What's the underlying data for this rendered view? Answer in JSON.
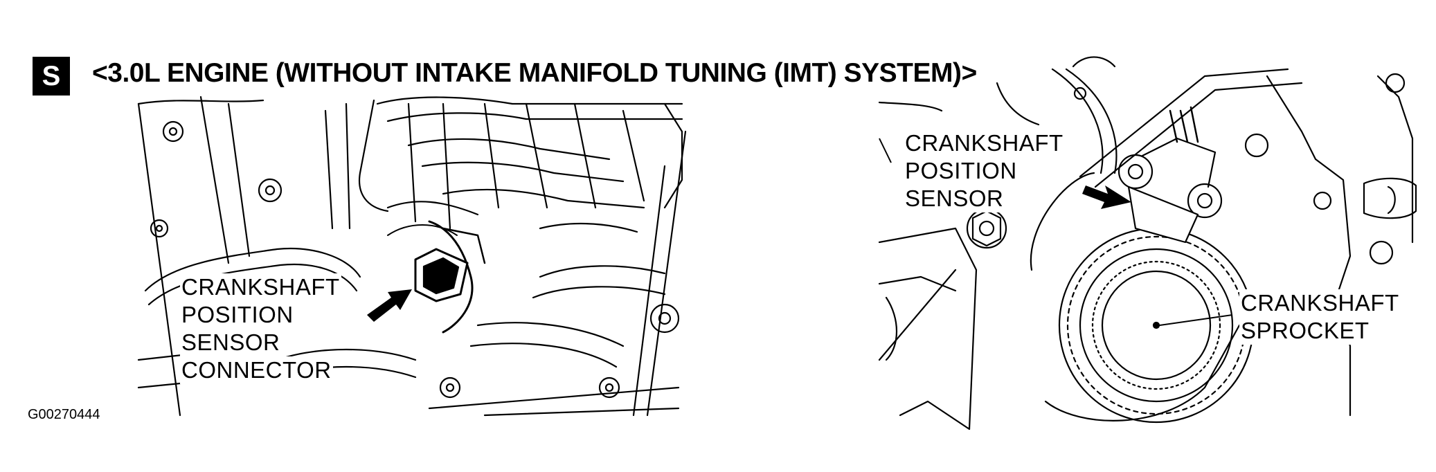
{
  "header": {
    "badge": "S",
    "title": "<3.0L ENGINE (WITHOUT INTAKE MANIFOLD TUNING (IMT) SYSTEM)>"
  },
  "left_view": {
    "label_lines": [
      "CRANKSHAFT",
      "POSITION",
      "SENSOR",
      "CONNECTOR"
    ]
  },
  "right_view": {
    "sensor_label_lines": [
      "CRANKSHAFT",
      "POSITION",
      "SENSOR"
    ],
    "sprocket_label_lines": [
      "CRANKSHAFT",
      "SPROCKET"
    ]
  },
  "figure_id": "G00270444"
}
